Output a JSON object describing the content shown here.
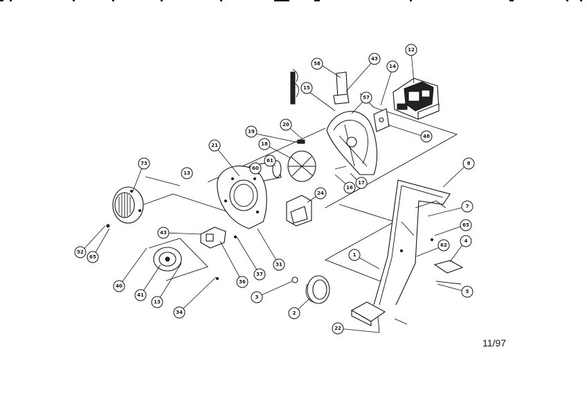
{
  "date_code": "11/97",
  "callouts": [
    {
      "label": "58"
    },
    {
      "label": "43"
    },
    {
      "label": "12"
    },
    {
      "label": "14"
    },
    {
      "label": "15"
    },
    {
      "label": "57"
    },
    {
      "label": "48"
    },
    {
      "label": "19"
    },
    {
      "label": "20"
    },
    {
      "label": "18"
    },
    {
      "label": "21"
    },
    {
      "label": "60"
    },
    {
      "label": "61"
    },
    {
      "label": "13"
    },
    {
      "label": "16"
    },
    {
      "label": "17"
    },
    {
      "label": "73"
    },
    {
      "label": "24"
    },
    {
      "label": "8"
    },
    {
      "label": "7"
    },
    {
      "label": "65"
    },
    {
      "label": "43"
    },
    {
      "label": "62"
    },
    {
      "label": "4"
    },
    {
      "label": "1"
    },
    {
      "label": "5"
    },
    {
      "label": "52"
    },
    {
      "label": "65"
    },
    {
      "label": "36"
    },
    {
      "label": "37"
    },
    {
      "label": "31"
    },
    {
      "label": "40"
    },
    {
      "label": "41"
    },
    {
      "label": "13"
    },
    {
      "label": "34"
    },
    {
      "label": "3"
    },
    {
      "label": "2"
    },
    {
      "label": "22"
    }
  ]
}
